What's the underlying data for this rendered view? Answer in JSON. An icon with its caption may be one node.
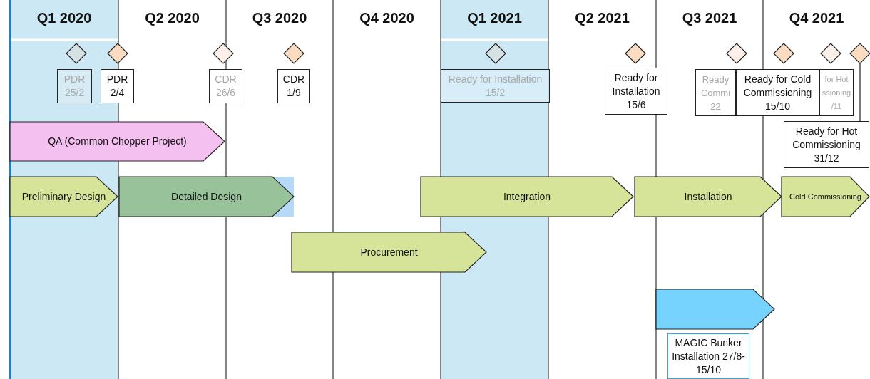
{
  "diagram": {
    "nodes": [
      {
        "text": [],
        "shape": "diamond"
      },
      {
        "text": [],
        "shape": "diamond"
      },
      {
        "text": [],
        "shape": "diamond"
      },
      {
        "text": [],
        "shape": "diamond"
      },
      {
        "text": [],
        "shape": "diamond"
      },
      {
        "text": [],
        "shape": "diamond"
      },
      {
        "text": [],
        "shape": "diamond"
      },
      {
        "text": [],
        "shape": "diamond"
      },
      {
        "text": [],
        "shape": "diamond"
      },
      {
        "text": [],
        "shape": "diamond"
      },
      {
        "text": [
          "PDR 25/2"
        ]
      },
      {
        "text": [
          "PDR 2/4"
        ]
      },
      {
        "text": [
          "CDR 26/6"
        ]
      },
      {
        "text": [
          "CDR 1/9"
        ]
      },
      {
        "text": [
          "Ready for Installation 15/2"
        ]
      },
      {
        "text": [
          "Ready for Installation 15/6"
        ]
      },
      {
        "text": [
          "Ready Commi 22"
        ]
      },
      {
        "text": [
          "Ready for Cold Commissioning 15/10"
        ]
      },
      {
        "text": [
          "for Hot ssioning /11"
        ]
      },
      {
        "text": [
          "Ready for Hot Commissioning 31/12"
        ]
      },
      {
        "text": [
          "QA (Common Chopper Project)"
        ]
      },
      {
        "text": [
          "Preliminary Design"
        ]
      },
      {
        "text": [
          "Detailed Design"
        ]
      },
      {
        "text": [
          "Integration"
        ]
      },
      {
        "text": [
          "Installation"
        ]
      },
      {
        "text": [
          "Cold Commissioning"
        ]
      },
      {
        "text": [
          "Procurement"
        ]
      },
      {
        "text": [],
        "shape": "arrow"
      },
      {
        "text": [
          "MAGIC Bunker Installation 27/8-15/10"
        ]
      }
    ],
    "edges": [
      {
        "from": 19,
        "to": 9,
        "arrow": "none"
      }
    ],
    "labels": [
      "Q1 2020",
      "Q2 2020",
      "Q3 2020",
      "Q4 2020",
      "Q1 2021",
      "Q2 2021",
      "Q3 2021",
      "Q4 2021"
    ]
  }
}
